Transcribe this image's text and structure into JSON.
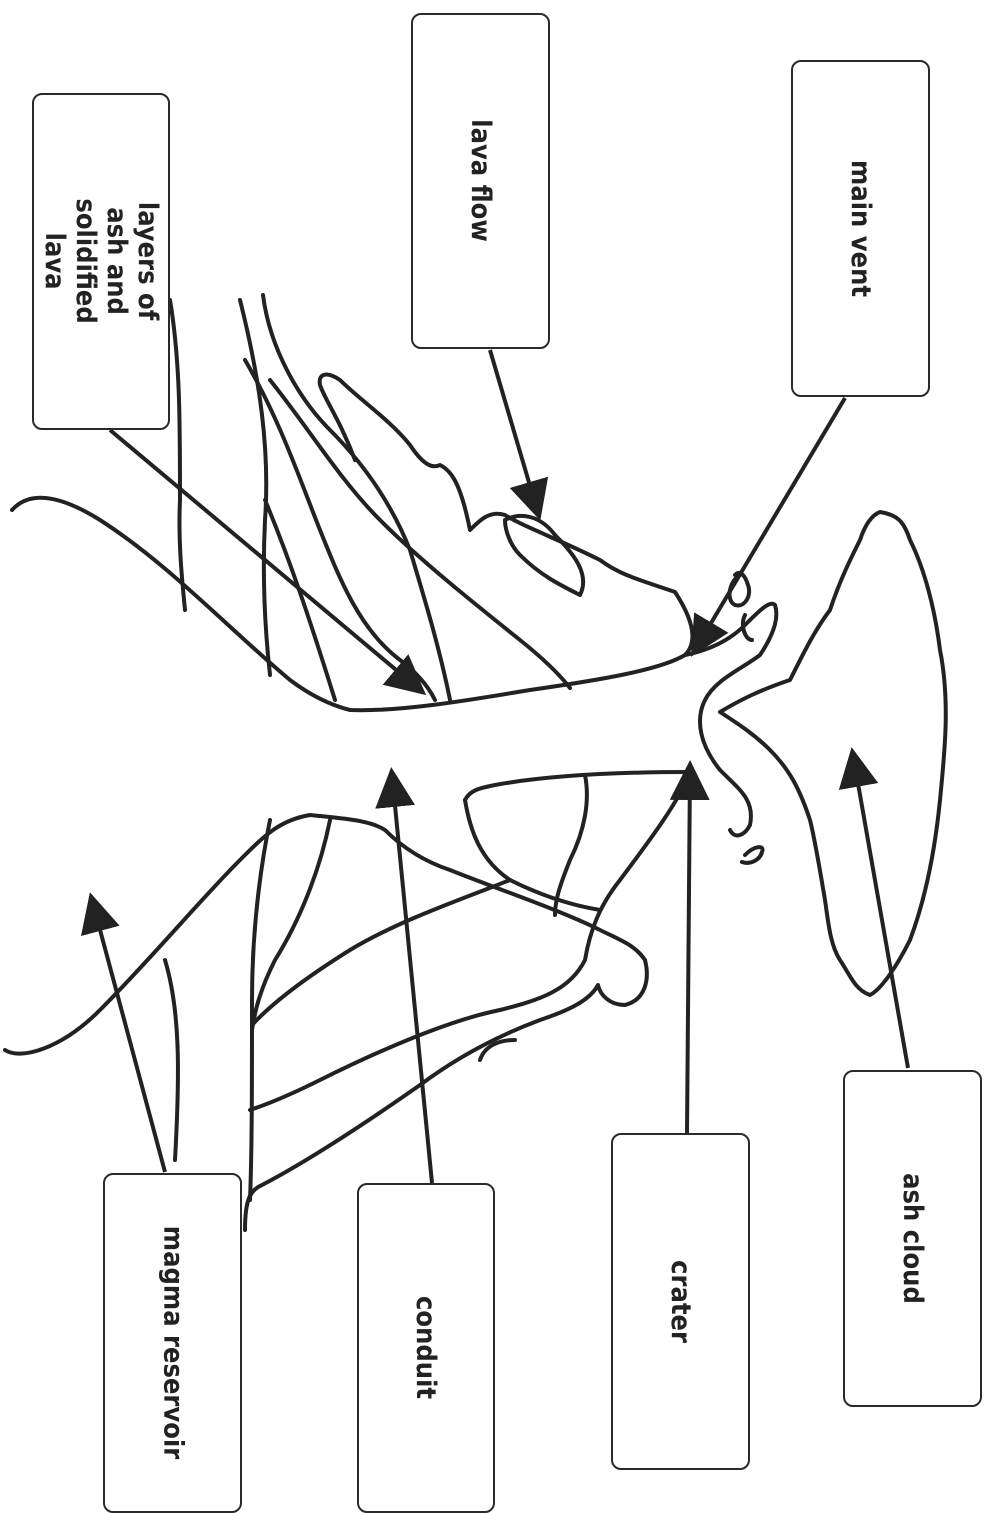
{
  "labels": {
    "layers": "layers of ash and solidified lava",
    "lava_flow": "lava flow",
    "main_vent": "main vent",
    "magma_reservoir": "magma reservoir",
    "conduit": "conduit",
    "crater": "crater",
    "ash_cloud": "ash cloud"
  },
  "colors": {
    "line": "#222222",
    "background": "#ffffff"
  }
}
